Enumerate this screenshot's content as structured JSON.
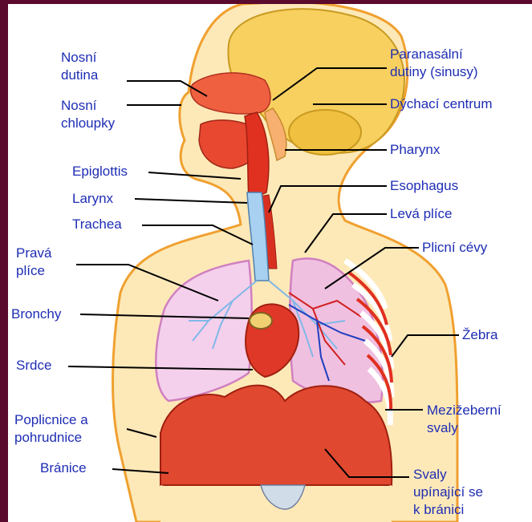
{
  "labels": {
    "nosni_dutina": "Nosní dutina",
    "nosni_dutina_l1": "Nosní",
    "nosni_dutina_l2": "dutina",
    "nosni_chloupky_l1": "Nosní",
    "nosni_chloupky_l2": "chloupky",
    "epiglottis": "Epiglottis",
    "larynx": "Larynx",
    "trachea": "Trachea",
    "prava_plice_l1": "Pravá",
    "prava_plice_l2": "plíce",
    "bronchy": "Bronchy",
    "srdce": "Srdce",
    "poplicnice_l1": "Poplicnice a",
    "poplicnice_l2": "pohrudnice",
    "branice": "Bránice",
    "paranasalni_l1": "Paranasální",
    "paranasalni_l2": "dutiny (sinusy)",
    "dychaci_centrum": "Dýchací centrum",
    "pharynx": "Pharynx",
    "esophagus": "Esophagus",
    "leva_plice": "Levá plíce",
    "plicni_cevy": "Plicní cévy",
    "zebra": "Žebra",
    "mezizeberni_l1": "Mezižeberní",
    "mezizeberni_l2": "svaly",
    "svaly_l1": "Svaly",
    "svaly_l2": "upínající se",
    "svaly_l3": "k bránici"
  },
  "colors": {
    "frame": "#5a0a2c",
    "label_text": "#1e2db4",
    "leader_line": "#000000",
    "skin_outline": "#f0a030",
    "brain": "#f8d060",
    "muscle": "#e03020",
    "lung": "#f0c0e0",
    "trachea": "#a8d0f0"
  }
}
